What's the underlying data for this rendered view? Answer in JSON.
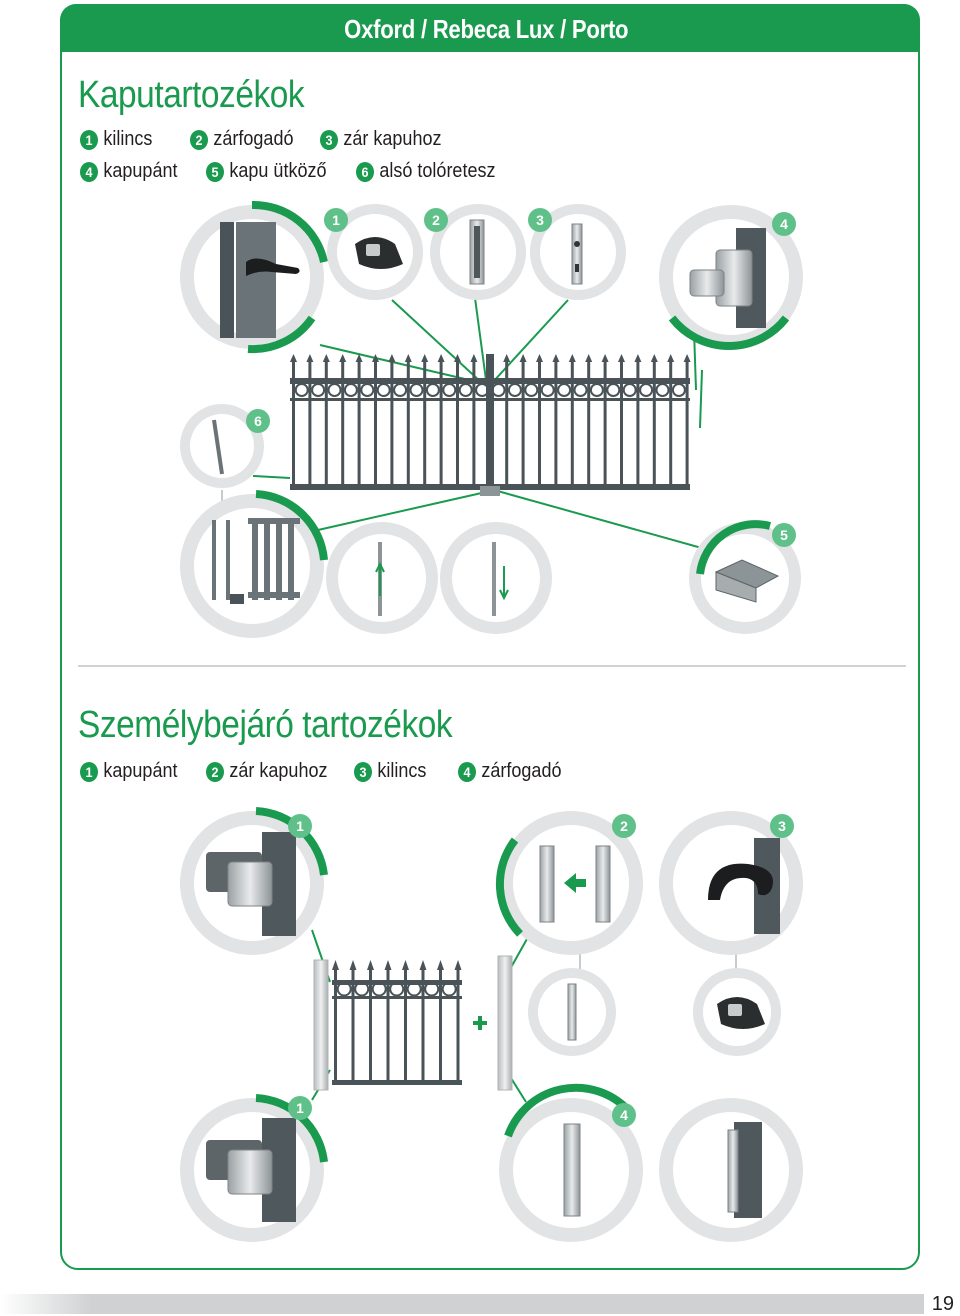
{
  "header": {
    "title": "Oxford / Rebeca Lux / Porto"
  },
  "section1": {
    "title": "Kaputartozékok",
    "legend": [
      {
        "num": "1",
        "label": "kilincs"
      },
      {
        "num": "2",
        "label": "zárfogadó"
      },
      {
        "num": "3",
        "label": "zár kapuhoz"
      },
      {
        "num": "4",
        "label": "kapupánt"
      },
      {
        "num": "5",
        "label": "kapu ütköző"
      },
      {
        "num": "6",
        "label": "alsó tolóretesz"
      }
    ],
    "callouts": [
      "1",
      "2",
      "3",
      "4",
      "6",
      "5"
    ]
  },
  "section2": {
    "title": "Személybejáró tartozékok",
    "legend": [
      {
        "num": "1",
        "label": "kapupánt"
      },
      {
        "num": "2",
        "label": "zár kapuhoz"
      },
      {
        "num": "3",
        "label": "kilincs"
      },
      {
        "num": "4",
        "label": "zárfogadó"
      }
    ],
    "callouts": [
      "1",
      "2",
      "3",
      "1",
      "4"
    ]
  },
  "footer": {
    "page_number": "19"
  },
  "colors": {
    "accent": "#1a9a4f",
    "light_accent": "#5fc08a",
    "gate": "#4a5357",
    "ring": "#e2e3e4"
  }
}
